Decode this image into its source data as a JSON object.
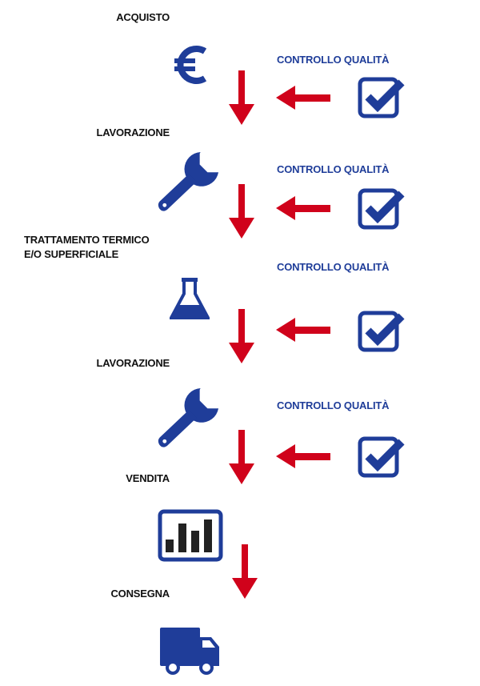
{
  "colors": {
    "blue": "#1f3d99",
    "red": "#d0021b",
    "dark": "#222222"
  },
  "steps": [
    {
      "label": "ACQUISTO",
      "icon": "euro-icon"
    },
    {
      "label": "LAVORAZIONE",
      "icon": "wrench-icon"
    },
    {
      "label_line1": "TRATTAMENTO TERMICO",
      "label_line2": "E/O SUPERFICIALE",
      "icon": "flask-icon"
    },
    {
      "label": "LAVORAZIONE",
      "icon": "wrench-icon"
    },
    {
      "label": "VENDITA",
      "icon": "bar-chart-icon"
    },
    {
      "label": "CONSEGNA",
      "icon": "truck-icon"
    }
  ],
  "quality_checks": [
    {
      "label": "CONTROLLO QUALITÀ",
      "icon": "checkbox-icon"
    },
    {
      "label": "CONTROLLO QUALITÀ",
      "icon": "checkbox-icon"
    },
    {
      "label": "CONTROLLO QUALITÀ",
      "icon": "checkbox-icon"
    },
    {
      "label": "CONTROLLO QUALITÀ",
      "icon": "checkbox-icon"
    }
  ]
}
